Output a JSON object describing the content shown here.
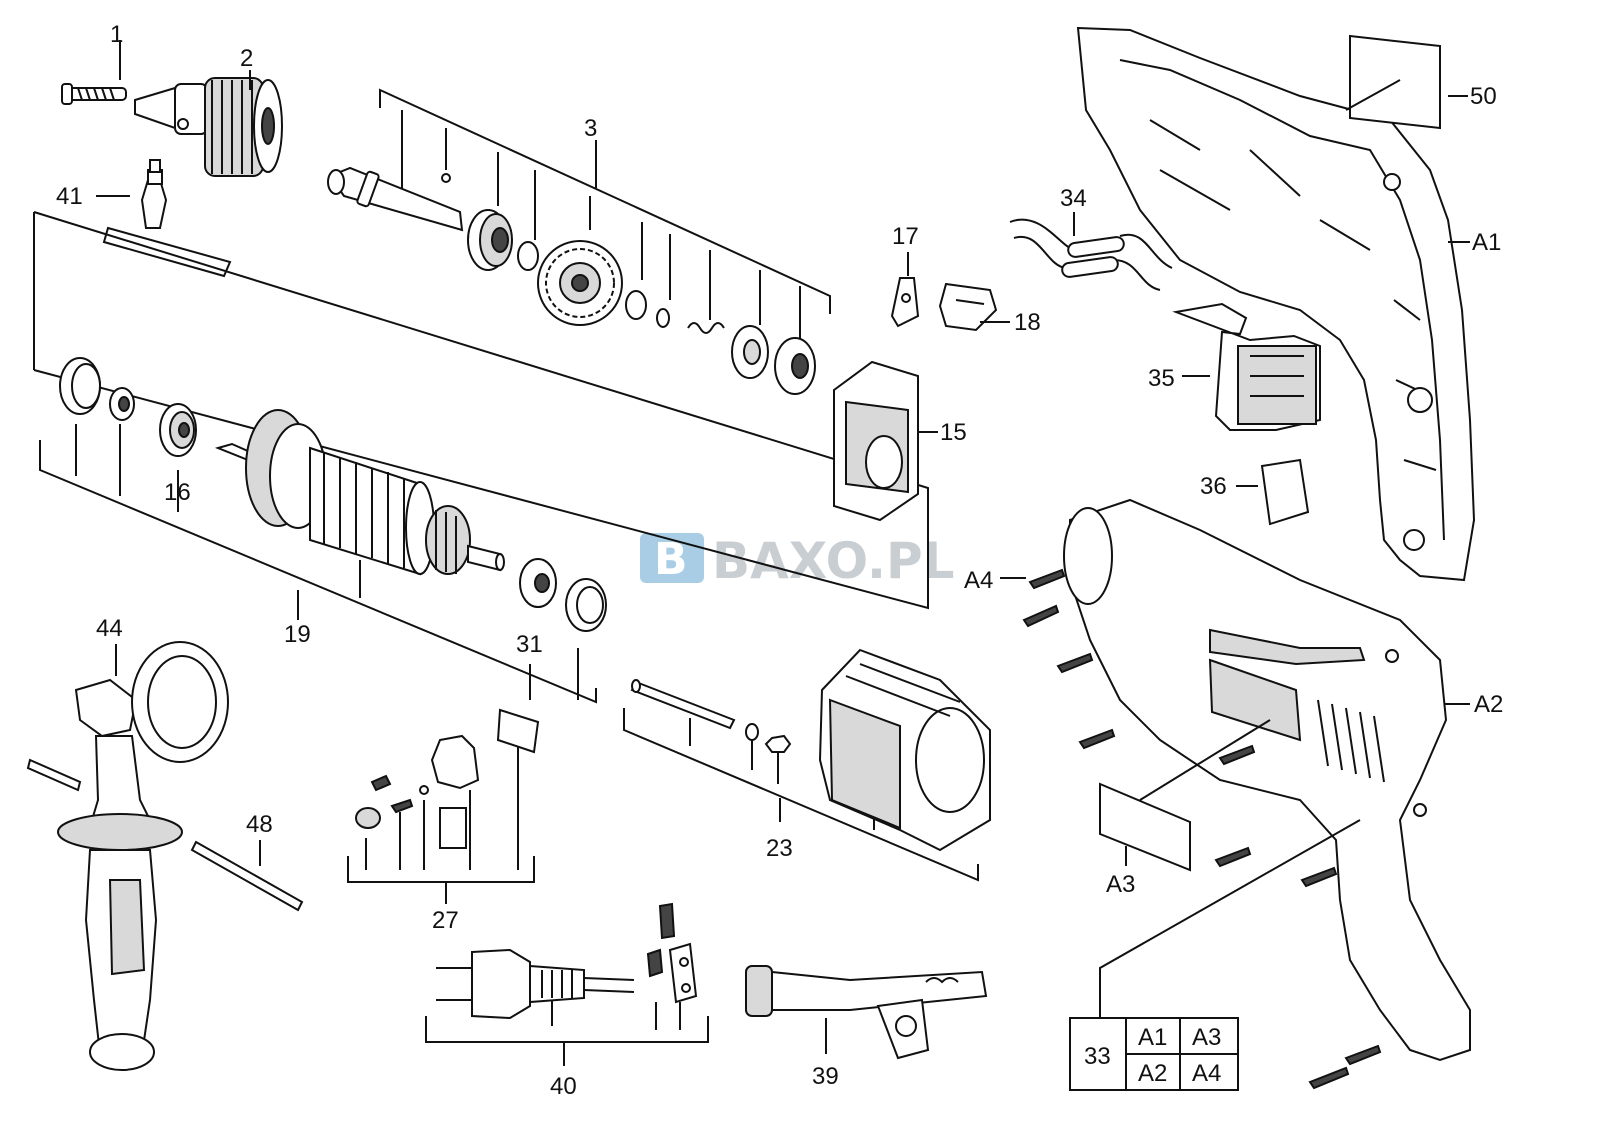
{
  "watermark": {
    "prefix_mark": "B",
    "text": "BAXO.PL"
  },
  "callouts": {
    "c1": "1",
    "c2": "2",
    "c3": "3",
    "c15": "15",
    "c16": "16",
    "c17": "17",
    "c18": "18",
    "c19": "19",
    "c23": "23",
    "c27": "27",
    "c31": "31",
    "c34": "34",
    "c35": "35",
    "c36": "36",
    "c39": "39",
    "c40": "40",
    "c41": "41",
    "c44": "44",
    "c48": "48",
    "c50": "50",
    "cA1": "A1",
    "cA2": "A2",
    "cA3": "A3",
    "cA4": "A4"
  },
  "legend_table": {
    "ref": "33",
    "cells": [
      "A1",
      "A3",
      "A2",
      "A4"
    ]
  }
}
